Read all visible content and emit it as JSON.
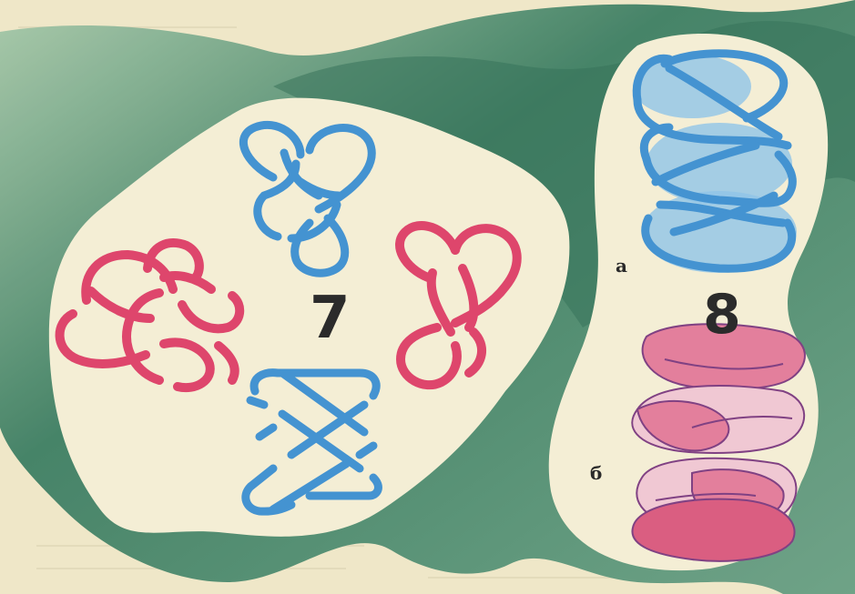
{
  "figure_numbers": {
    "left": "7",
    "right": "8"
  },
  "sublabels": {
    "top": "а",
    "bottom": "б"
  },
  "colors": {
    "paper": "#efe6c6",
    "green_dark": "#3f7f62",
    "green_mid": "#5e9a78",
    "cream_panel": "#f4eed4",
    "blue_knot": "#3d8fd0",
    "blue_fill": "#8cc2e6",
    "red_knot": "#dd3f66",
    "red_fill": "#e27a98",
    "pink_light": "#f0c6d2",
    "purple_outline": "#7b3a7e"
  },
  "icons": [
    "blue-trefoil-like-knot",
    "red-five-crossing-knot",
    "red-pretzel-knot",
    "blue-chain-knot",
    "blue-filled-surface-knot",
    "pink-filled-twisted-surface"
  ]
}
